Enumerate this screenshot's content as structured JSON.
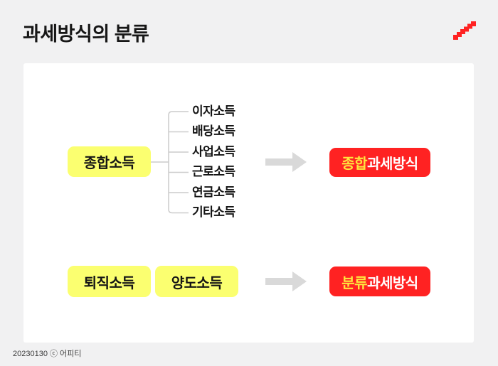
{
  "page": {
    "title": "과세방식의 분류",
    "credit": "20230130 ⓒ 어피티"
  },
  "diagram": {
    "row1": {
      "source_label": "종합소득",
      "items": [
        "이자소득",
        "배당소득",
        "사업소득",
        "근로소득",
        "연금소득",
        "기타소득"
      ],
      "result_highlight": "종합",
      "result_rest": "과세방식"
    },
    "row2": {
      "source_labels": [
        "퇴직소득",
        "양도소득"
      ],
      "result_highlight": "분류",
      "result_rest": "과세방식"
    }
  },
  "icons": {
    "trend": "pixel-stairs-trend-icon",
    "arrow": "block-right-arrow-icon"
  },
  "colors": {
    "background": "#f1f1f2",
    "card": "#ffffff",
    "yellow": "#fbff70",
    "red": "#ff2222",
    "highlight_text": "#ffe53e",
    "arrow": "#d9d9d9",
    "line": "#cccccc",
    "text": "#141414",
    "credit_text": "#3c3c3c"
  }
}
